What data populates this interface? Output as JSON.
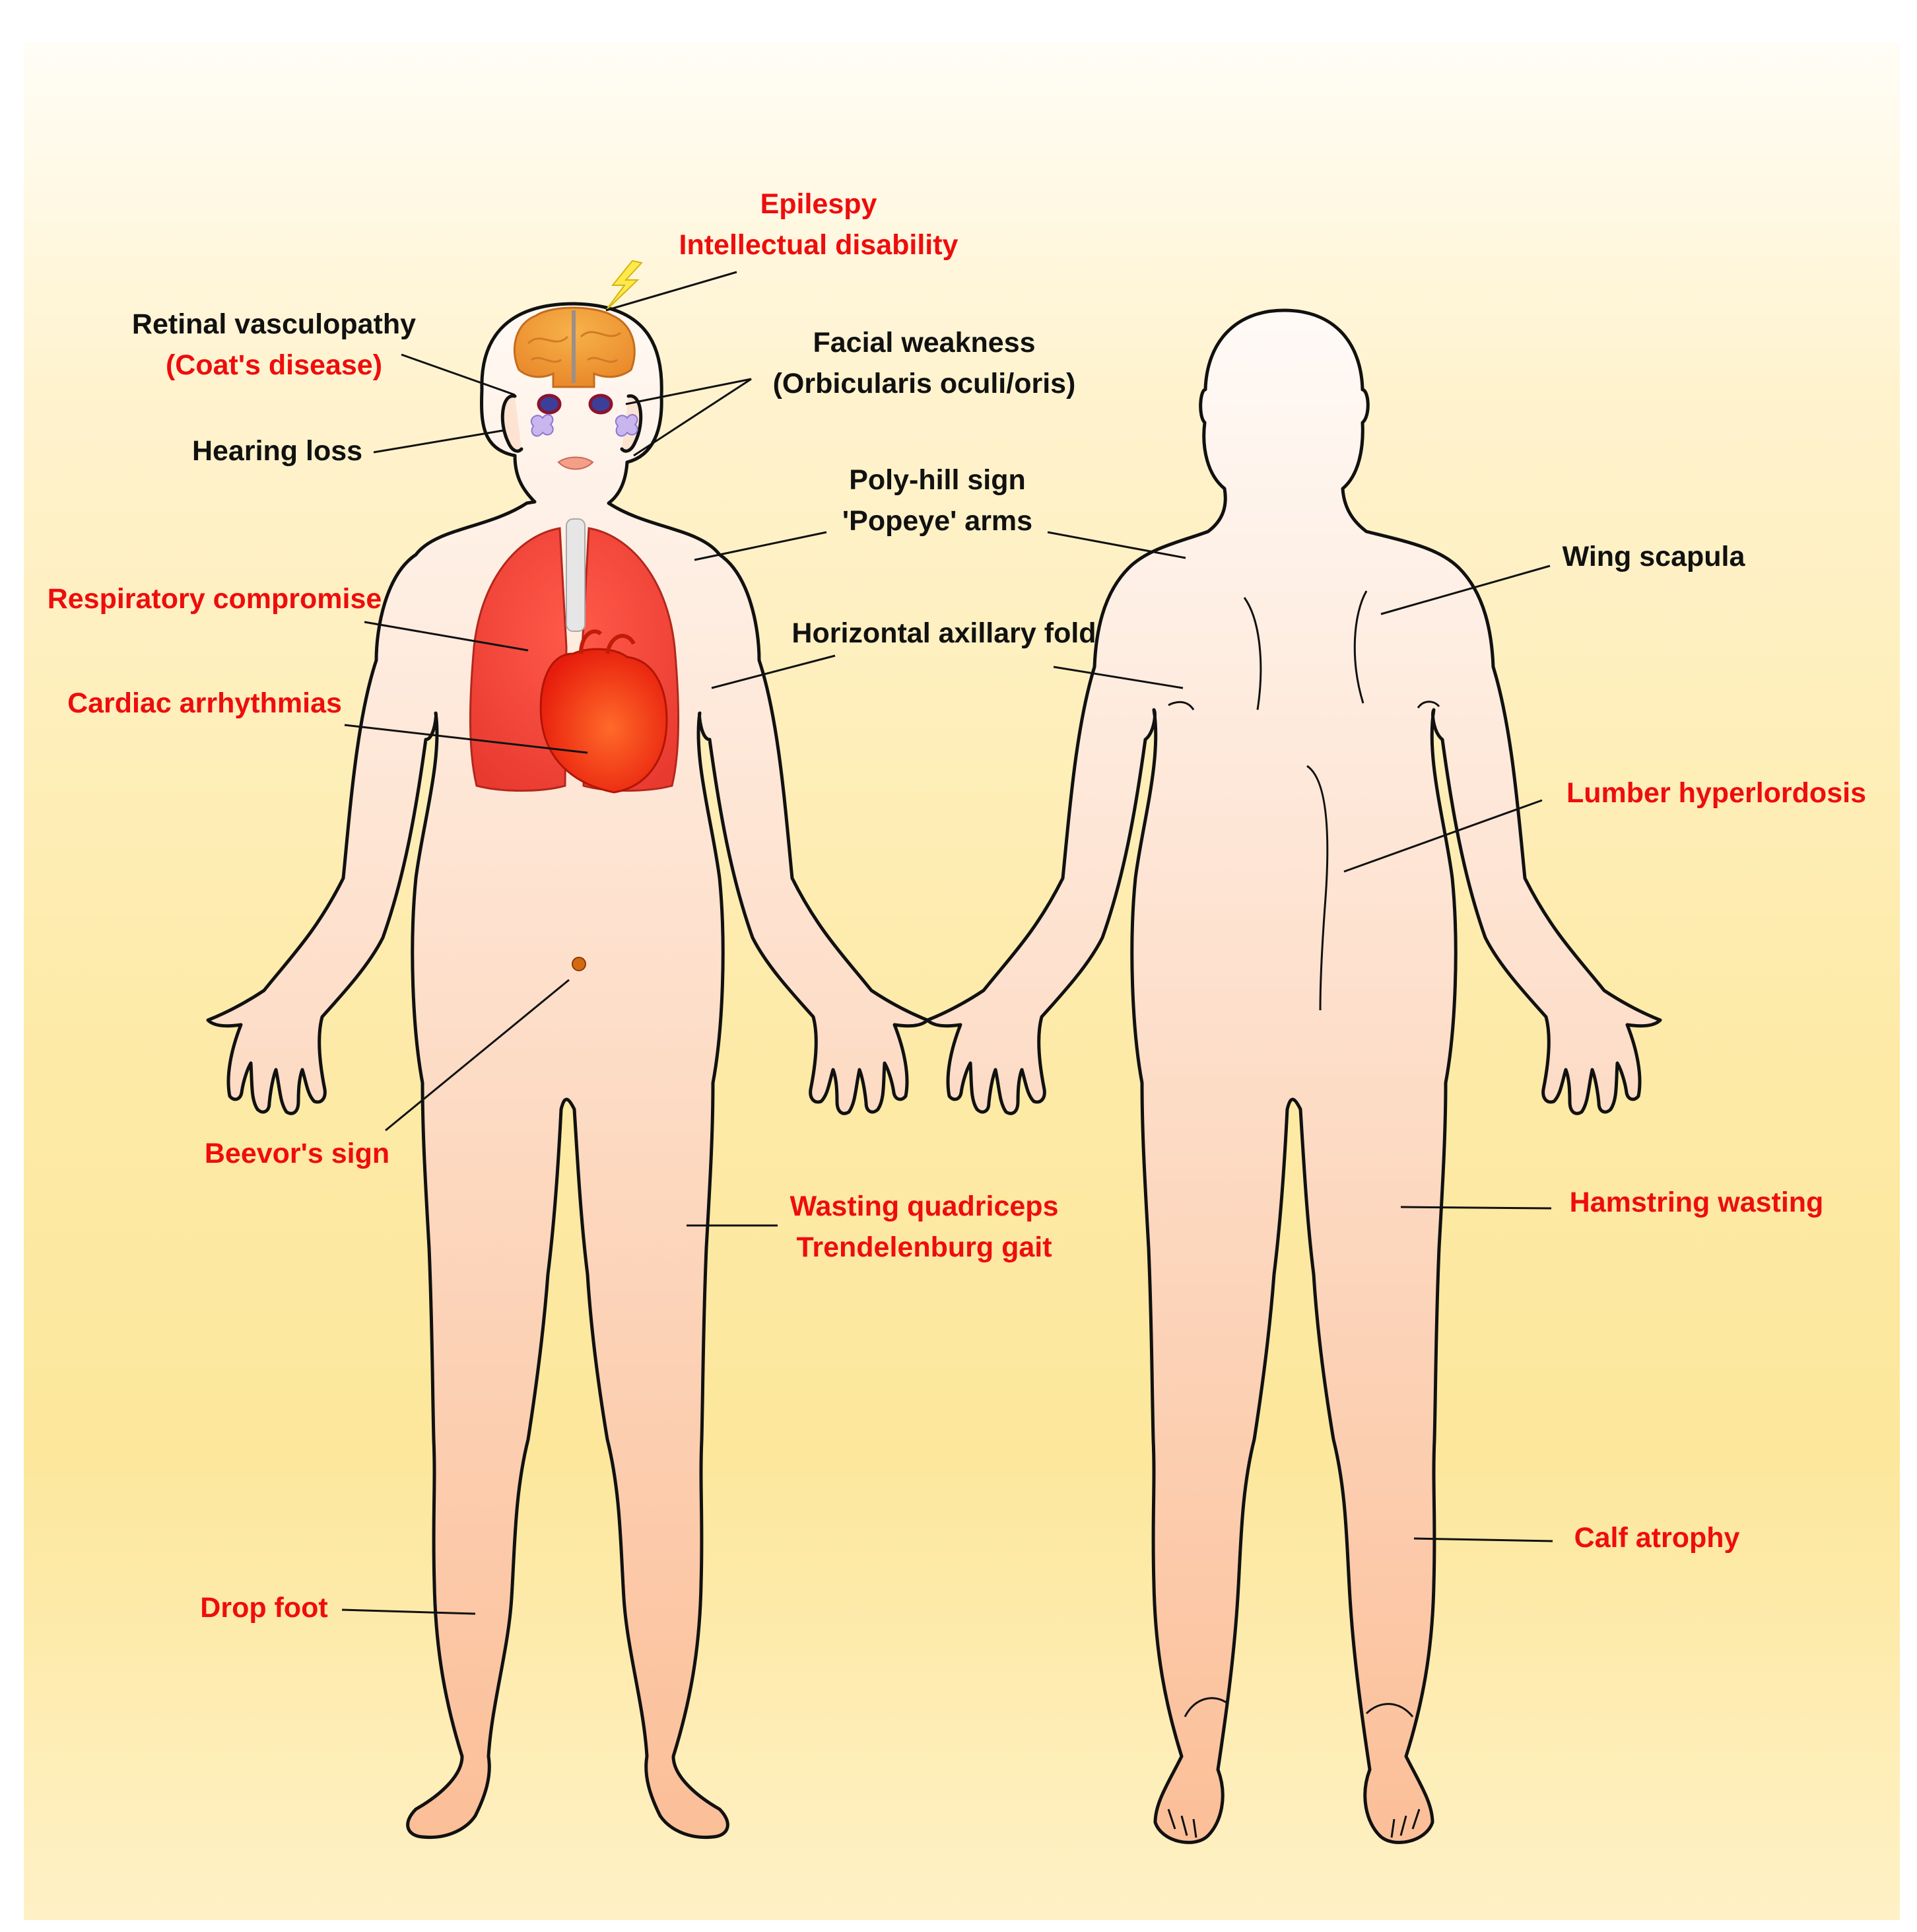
{
  "colors": {
    "label_black": "#111111",
    "label_red": "#ee0d0d",
    "skin_top": "#fff6ee",
    "skin_bottom": "#fbbf98",
    "lung": "#f24c3f",
    "heart": "#ff3a14",
    "brain": "#f3a13a",
    "background_top": "#fffdf6",
    "background_bottom": "#fce79b"
  },
  "labels": {
    "epilepsy": "Epilespy",
    "intellectual": "Intellectual disability",
    "retinal": "Retinal vasculopathy",
    "coats": "(Coat's disease)",
    "hearing": "Hearing loss",
    "facial": "Facial weakness",
    "orbicularis": "(Orbicularis oculi/oris)",
    "polyhill": "Poly-hill sign",
    "popeye": "'Popeye' arms",
    "wing": "Wing scapula",
    "respiratory": "Respiratory compromise",
    "axillary": "Horizontal axillary fold",
    "cardiac": "Cardiac arrhythmias",
    "lumbar": "Lumber hyperlordosis",
    "beevor": "Beevor's sign",
    "quadriceps": "Wasting quadriceps",
    "trendelenburg": "Trendelenburg gait",
    "hamstring": "Hamstring wasting",
    "calf": "Calf atrophy",
    "dropfoot": "Drop foot"
  },
  "icons": {
    "seizure": "lightning-bolt-icon",
    "brain": "brain-icon",
    "lungs": "lungs-icon",
    "heart": "heart-icon",
    "trachea": "trachea-icon",
    "ear": "inner-ear-icon"
  }
}
